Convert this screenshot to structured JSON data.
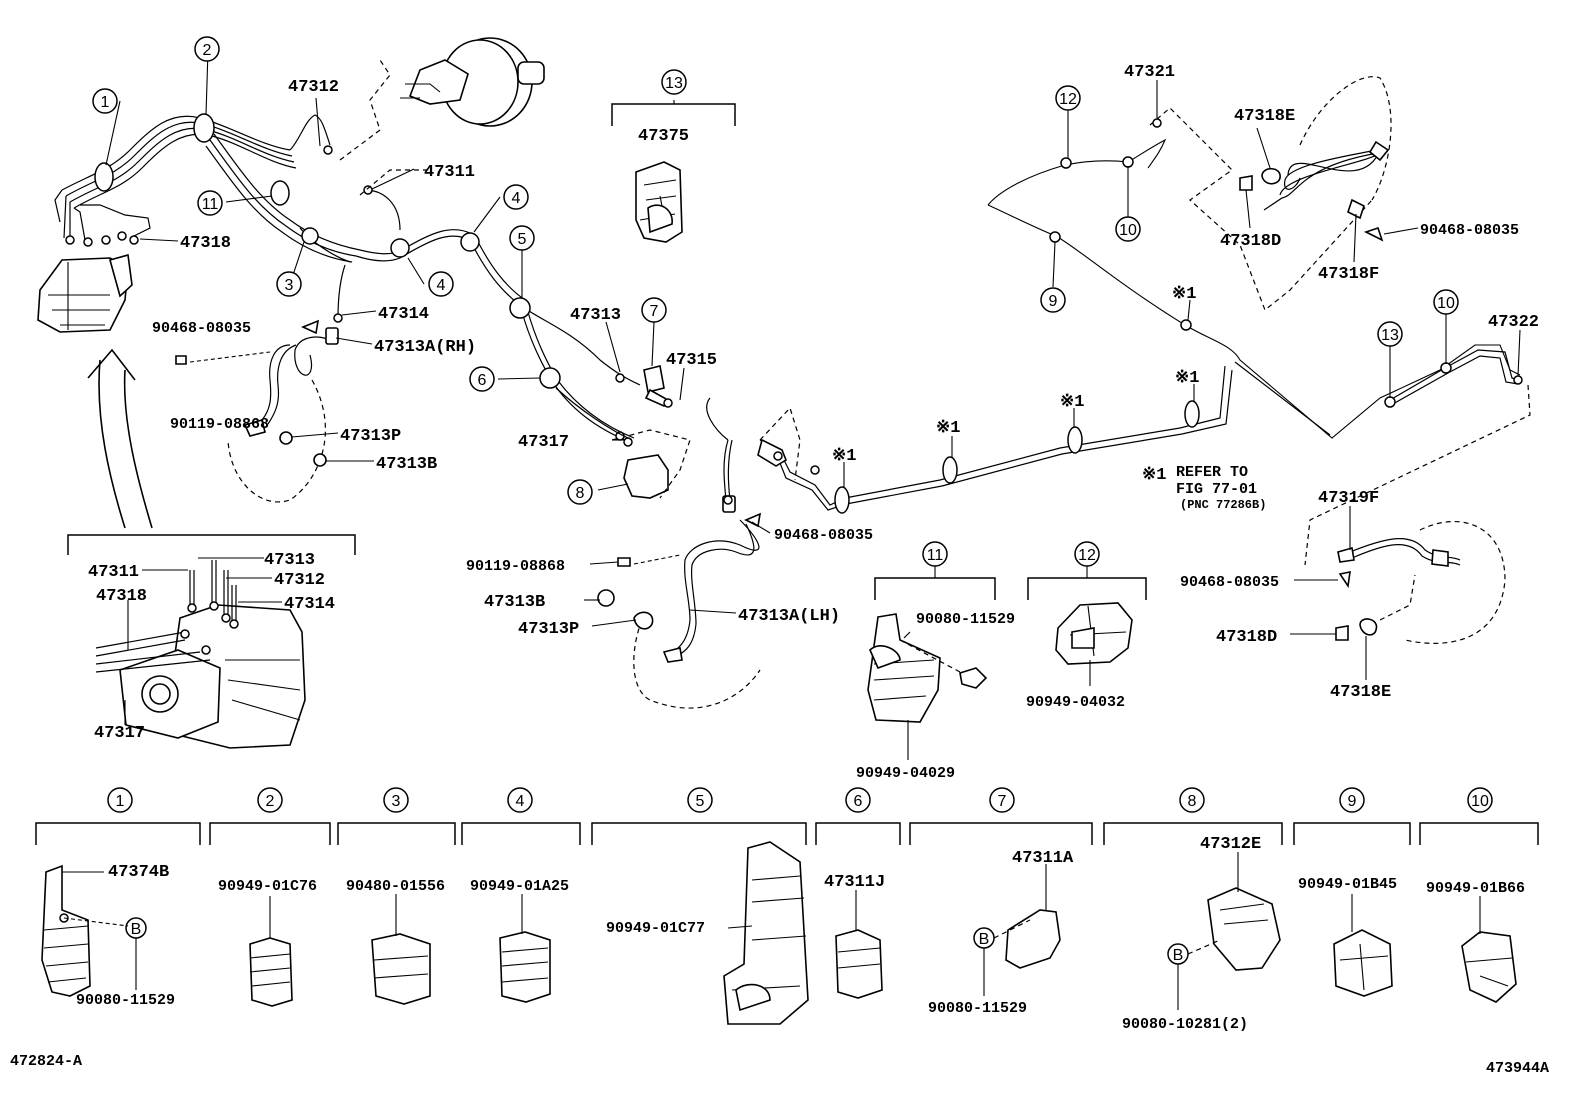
{
  "diagram": {
    "sheet_left": "472824-A",
    "sheet_right": "473944A",
    "note": {
      "mark": "※1",
      "lines": [
        "REFER TO",
        "FIG 77-01",
        "(PNC 77286B)"
      ]
    },
    "callouts": [
      "1",
      "2",
      "3",
      "4",
      "5",
      "6",
      "7",
      "8",
      "9",
      "10",
      "11",
      "12",
      "13"
    ],
    "star_label": "※1",
    "parts": {
      "p47312": "47312",
      "p47311": "47311",
      "p47318": "47318",
      "p47314": "47314",
      "p9046808035": "90468-08035",
      "p47313A_RH": "47313A(RH)",
      "p9011908868": "90119-08868",
      "p47313P": "47313P",
      "p47313B": "47313B",
      "p47313": "47313",
      "p47315": "47315",
      "p47317": "47317",
      "p47375": "47375",
      "p47321": "47321",
      "p47318E": "47318E",
      "p47318D": "47318D",
      "p47318F": "47318F",
      "p47322": "47322",
      "p47319F": "47319F",
      "p47313A_LH": "47313A(LH)",
      "p9008011529": "90080-11529",
      "p9094904029": "90949-04029",
      "p9094904032": "90949-04032",
      "p47374B": "47374B",
      "p9094901C76": "90949-01C76",
      "p9048001556": "90480-01556",
      "p9094901A25": "90949-01A25",
      "p9094901C77": "90949-01C77",
      "p47311J": "47311J",
      "p47311A": "47311A",
      "p47312E": "47312E",
      "p9008010281": "90080-10281(2)",
      "p9094901B45": "90949-01B45",
      "p9094901B66": "90949-01B66",
      "pB": "B"
    }
  }
}
